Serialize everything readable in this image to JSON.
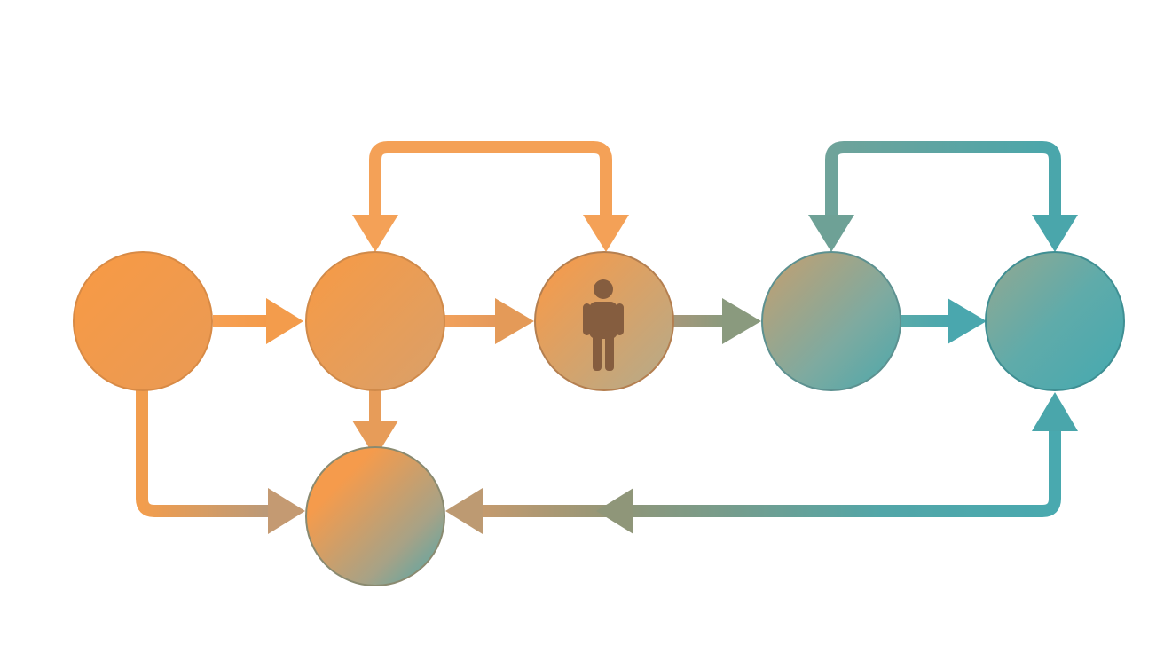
{
  "colors": {
    "background": "#ffffff",
    "orange": "#f79c4a",
    "orange_stroke": "#d4843c",
    "mid": "#b59a74",
    "teal": "#4aa8ac",
    "teal_stroke": "#3f8f93",
    "olive": "#8a9673",
    "figure": "#8a5a3a"
  },
  "nodes": [
    {
      "id": "n1",
      "fill": "orange"
    },
    {
      "id": "n2",
      "fill": "orange"
    },
    {
      "id": "n3",
      "fill": "orange-mid",
      "icon": "person-icon"
    },
    {
      "id": "n4",
      "fill": "mid-teal"
    },
    {
      "id": "n5",
      "fill": "teal"
    },
    {
      "id": "n6",
      "fill": "orange-teal"
    }
  ],
  "edges": [
    {
      "from": "n1",
      "to": "n2"
    },
    {
      "from": "n2",
      "to": "n3"
    },
    {
      "from": "n3",
      "to": "n4"
    },
    {
      "from": "n4",
      "to": "n5"
    },
    {
      "from": "n2",
      "to": "n6"
    },
    {
      "from": "n1",
      "to": "n6"
    },
    {
      "from": "n5",
      "to": "n6"
    },
    {
      "from": "n2",
      "to": "n3",
      "route": "loop-top"
    },
    {
      "from": "n4",
      "to": "n5",
      "route": "loop-top"
    }
  ]
}
